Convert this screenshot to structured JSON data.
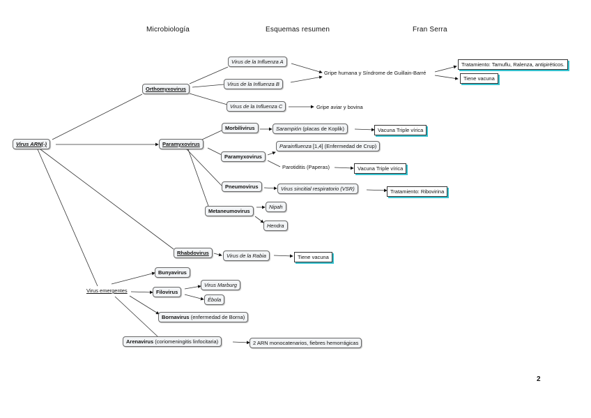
{
  "header": {
    "left": "Microbiología",
    "center": "Esquemas resumen",
    "right": "Fran Serra"
  },
  "page_number": "2",
  "nodes": {
    "virus_arn": "Virus ARN(-)",
    "orthomyxovirus": "Orthomyxovirus",
    "influenza_a": "Virus de la Influenza A",
    "influenza_b": "Virus de la Influenza B",
    "influenza_c": "Virus de la Influenza C",
    "gripe_humana": "Gripe humana y Síndrome de Guillain-Barré",
    "gripe_aviar": "Gripe aviar y bovina",
    "tratamiento_gripe": "Tratamiento: Tamuflu, Ralenza, antipiréticos.",
    "tiene_vacuna_gripe": "Tiene vacuna",
    "paramyxovirus_family": "Paramyxovirus",
    "morbilivirus": "Morbilivirus",
    "sarampion_name": "Sarampión",
    "sarampion_detail": "(placas de Koplik)",
    "vacuna_sarampion": "Vacuna Triple vírica",
    "paramyxovirus_genus": "Paramyxovirus",
    "parainfluenza_name": "Parainfluenza",
    "parainfluenza_detail": "[1,4] (Enfermedad de Crup)",
    "parotiditis": "Parotiditis (Paperas)",
    "vacuna_parotiditis": "Vacuna Triple vírica",
    "pneumovirus": "Pneumovirus",
    "vsr": "Virus sincitial respiratorio (VSR)",
    "tratamiento_vsr": "Tratamiento: Ribovirina",
    "metaneumovirus": "Metaneumovirus",
    "nipah": "Nipah",
    "hendra": "Hendra",
    "rhabdovirus": "Rhabdovirus",
    "rabia": "Virus de la Rabia",
    "tiene_vacuna_rabia": "Tiene vacuna",
    "virus_emergentes": "Virus emergentes",
    "bunyavirus": "Bunyavirus",
    "filovirus": "Filovirus",
    "marburg": "Virus Marburg",
    "ebola": "Ébola",
    "bornavirus_name": "Bornavirus",
    "bornavirus_detail": "(enfermedad de Borna)",
    "arenavirus_name": "Arenavirus",
    "arenavirus_detail": "(coriomeningitis linfocitaria)",
    "arn_monocatenarios": "2 ARN monocatenarios, fiebres hemorrágicas"
  }
}
